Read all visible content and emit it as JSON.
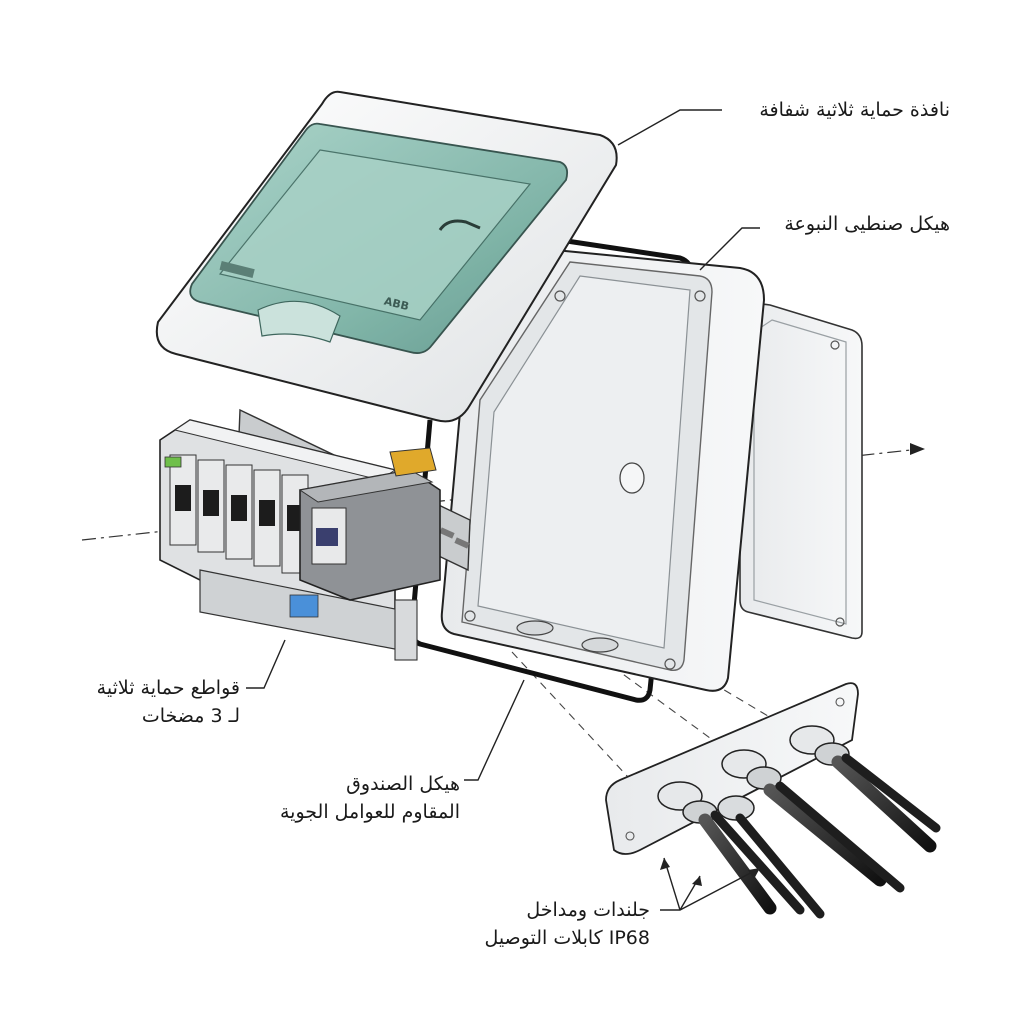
{
  "labels": {
    "window": "نافذة حماية ثلاثية شفافة",
    "backplate_frame": "هيكل صنطيى النبوعة",
    "breakers": [
      "قواطع حماية ثلاثية",
      "لـ 3 مضخات"
    ],
    "enclosure": [
      "هيكل الصندوق",
      "المقاوم للعوامل الجوية"
    ],
    "glands": [
      "جلندات ومداخل",
      "IP68 كابلات التوصيل"
    ]
  },
  "brand_mark": "ABB",
  "colors": {
    "window_tint": "#7fb5a8",
    "enclosure_white": "#f4f5f6",
    "outline": "#222222",
    "breaker_body": "#e6e7e8",
    "contactor_body": "#8f9296",
    "terminal_yellow": "#e0a92b"
  }
}
